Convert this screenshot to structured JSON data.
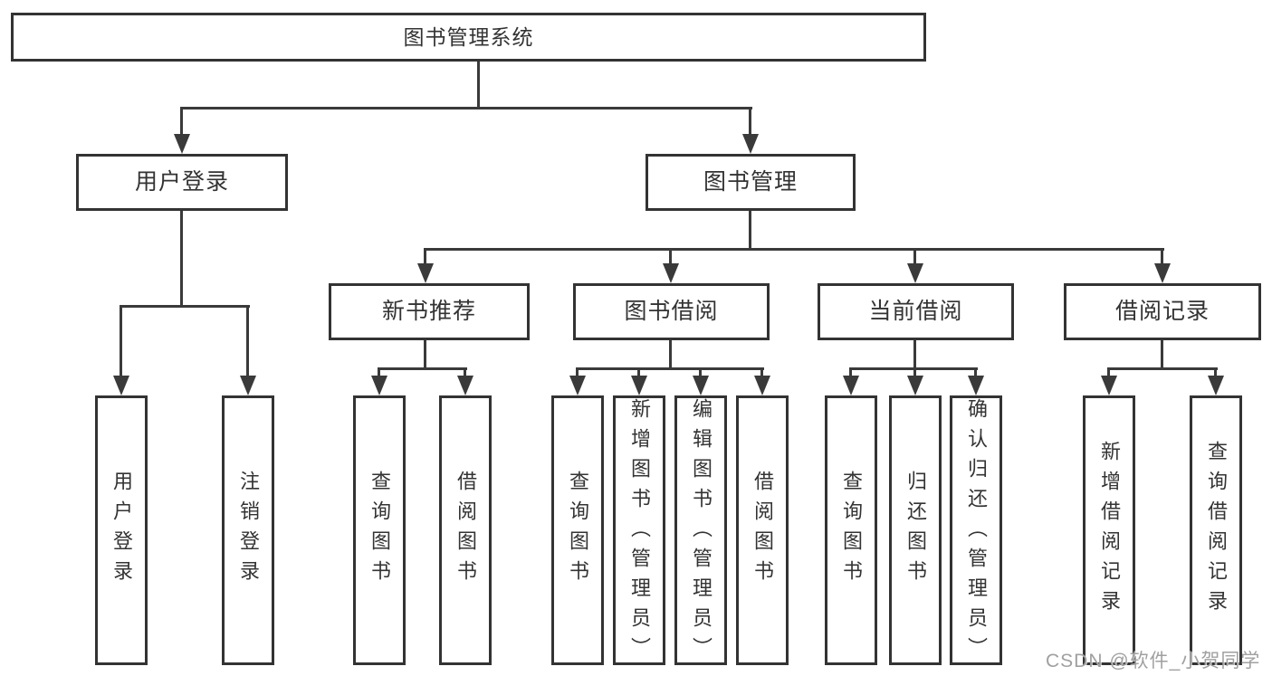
{
  "diagram": {
    "root": {
      "label": "图书管理系统"
    },
    "branches": [
      {
        "label": "用户登录",
        "children": [
          {
            "label": "用户登录"
          },
          {
            "label": "注销登录"
          }
        ]
      },
      {
        "label": "图书管理",
        "children": [
          {
            "label": "新书推荐",
            "children": [
              {
                "label": "查询图书"
              },
              {
                "label": "借阅图书"
              }
            ]
          },
          {
            "label": "图书借阅",
            "children": [
              {
                "label": "查询图书"
              },
              {
                "label": "新增图书（管理员）"
              },
              {
                "label": "编辑图书（管理员）"
              },
              {
                "label": "借阅图书"
              }
            ]
          },
          {
            "label": "当前借阅",
            "children": [
              {
                "label": "查询图书"
              },
              {
                "label": "归还图书"
              },
              {
                "label": "确认归还（管理员）"
              }
            ]
          },
          {
            "label": "借阅记录",
            "children": [
              {
                "label": "新增借阅记录"
              },
              {
                "label": "查询借阅记录"
              }
            ]
          }
        ]
      }
    ]
  },
  "watermark": {
    "text": "CSDN @软件_小贺同学",
    "color": "#a0a0a0"
  },
  "colors": {
    "line": "#3a3a3a",
    "border": "#333333",
    "text": "#333333",
    "background": "#ffffff"
  }
}
